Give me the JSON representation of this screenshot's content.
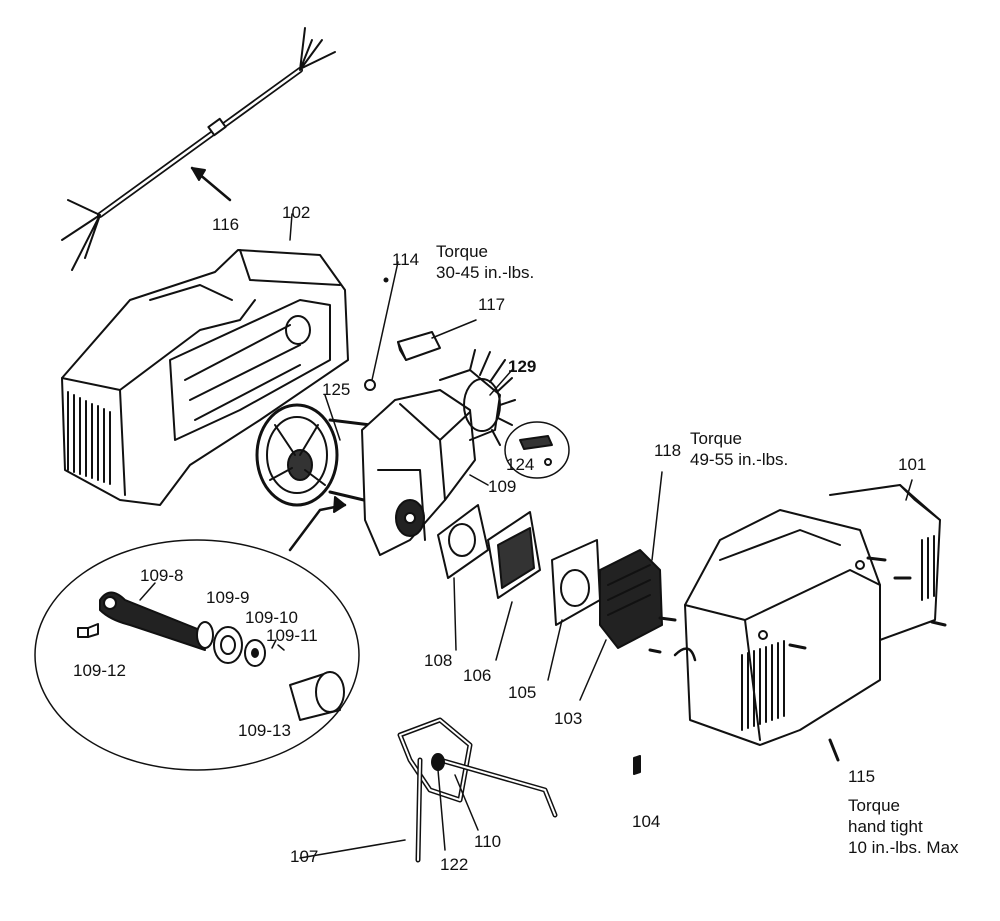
{
  "labels": {
    "p116": "116",
    "p102": "102",
    "p114": "114",
    "p117": "117",
    "p129": "129",
    "p125": "125",
    "p124": "124",
    "p109": "109",
    "p118": "118",
    "p101": "101",
    "p109_8": "109-8",
    "p109_9": "109-9",
    "p109_10": "109-10",
    "p109_11": "109-11",
    "p109_12": "109-12",
    "p109_13": "109-13",
    "p108": "108",
    "p106": "106",
    "p105": "105",
    "p103": "103",
    "p104": "104",
    "p115": "115",
    "p107": "107",
    "p122": "122",
    "p110": "110"
  },
  "notes": {
    "torque_117": [
      "Torque",
      "30-45 in.-lbs."
    ],
    "torque_118": [
      "Torque",
      "49-55 in.-lbs."
    ],
    "torque_115": [
      "Torque",
      "hand tight",
      "10 in.-lbs. Max"
    ]
  },
  "colors": {
    "ink": "#111111",
    "paper": "#ffffff",
    "shade": "#2a2a2a"
  }
}
